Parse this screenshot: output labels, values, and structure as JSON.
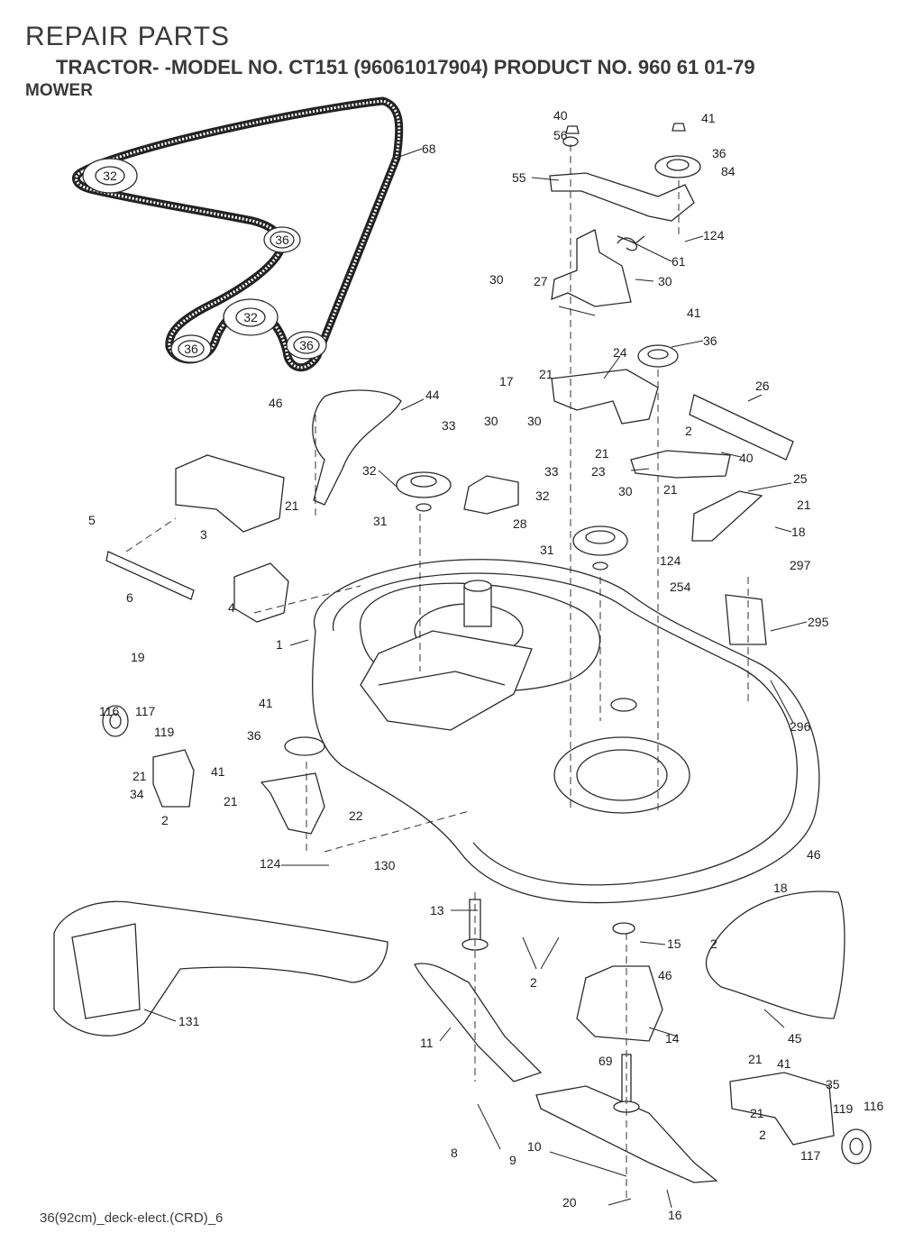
{
  "header": {
    "title": "REPAIR PARTS",
    "subtitle": "TRACTOR- -MODEL NO. CT151 (96061017904) PRODUCT NO. 960 61 01-79",
    "section": "MOWER"
  },
  "footer": {
    "drawing_id": "36(92cm)_deck-elect.(CRD)_6"
  },
  "belt_pulley_labels": [
    "32",
    "36",
    "32",
    "36",
    "36"
  ],
  "callouts": [
    {
      "id": "c68",
      "text": "68"
    },
    {
      "id": "c40a",
      "text": "40"
    },
    {
      "id": "c56",
      "text": "56"
    },
    {
      "id": "c41a",
      "text": "41"
    },
    {
      "id": "c36a",
      "text": "36"
    },
    {
      "id": "c84",
      "text": "84"
    },
    {
      "id": "c55",
      "text": "55"
    },
    {
      "id": "c124a",
      "text": "124"
    },
    {
      "id": "c61",
      "text": "61"
    },
    {
      "id": "c30a",
      "text": "30"
    },
    {
      "id": "c27",
      "text": "27"
    },
    {
      "id": "c30b",
      "text": "30"
    },
    {
      "id": "c41b",
      "text": "41"
    },
    {
      "id": "c36b",
      "text": "36"
    },
    {
      "id": "c24",
      "text": "24"
    },
    {
      "id": "c21a",
      "text": "21"
    },
    {
      "id": "c17",
      "text": "17"
    },
    {
      "id": "c26",
      "text": "26"
    },
    {
      "id": "c46a",
      "text": "46"
    },
    {
      "id": "c44",
      "text": "44"
    },
    {
      "id": "c33a",
      "text": "33"
    },
    {
      "id": "c30c",
      "text": "30"
    },
    {
      "id": "c30d",
      "text": "30"
    },
    {
      "id": "c2a",
      "text": "2"
    },
    {
      "id": "c40b",
      "text": "40"
    },
    {
      "id": "c21b",
      "text": "21"
    },
    {
      "id": "c23",
      "text": "23"
    },
    {
      "id": "c32a",
      "text": "32"
    },
    {
      "id": "c33b",
      "text": "33"
    },
    {
      "id": "c30e",
      "text": "30"
    },
    {
      "id": "c21c",
      "text": "21"
    },
    {
      "id": "c25",
      "text": "25"
    },
    {
      "id": "c21d",
      "text": "21"
    },
    {
      "id": "c5",
      "text": "5"
    },
    {
      "id": "c3",
      "text": "3"
    },
    {
      "id": "c21e",
      "text": "21"
    },
    {
      "id": "c31a",
      "text": "31"
    },
    {
      "id": "c28",
      "text": "28"
    },
    {
      "id": "c32b",
      "text": "32"
    },
    {
      "id": "c18a",
      "text": "18"
    },
    {
      "id": "c124b",
      "text": "124"
    },
    {
      "id": "c297",
      "text": "297"
    },
    {
      "id": "c31b",
      "text": "31"
    },
    {
      "id": "c6",
      "text": "6"
    },
    {
      "id": "c4",
      "text": "4"
    },
    {
      "id": "c254",
      "text": "254"
    },
    {
      "id": "c295",
      "text": "295"
    },
    {
      "id": "c19",
      "text": "19"
    },
    {
      "id": "c1",
      "text": "1"
    },
    {
      "id": "c296",
      "text": "296"
    },
    {
      "id": "c116a",
      "text": "116"
    },
    {
      "id": "c117a",
      "text": "117"
    },
    {
      "id": "c41c",
      "text": "41"
    },
    {
      "id": "c119a",
      "text": "119"
    },
    {
      "id": "c36c",
      "text": "36"
    },
    {
      "id": "c21f",
      "text": "21"
    },
    {
      "id": "c41d",
      "text": "41"
    },
    {
      "id": "c34",
      "text": "34"
    },
    {
      "id": "c21g",
      "text": "21"
    },
    {
      "id": "c22",
      "text": "22"
    },
    {
      "id": "c2b",
      "text": "2"
    },
    {
      "id": "c124c",
      "text": "124"
    },
    {
      "id": "c130",
      "text": "130"
    },
    {
      "id": "c46b",
      "text": "46"
    },
    {
      "id": "c13",
      "text": "13"
    },
    {
      "id": "c18b",
      "text": "18"
    },
    {
      "id": "c15",
      "text": "15"
    },
    {
      "id": "c2c",
      "text": "2"
    },
    {
      "id": "c2d",
      "text": "2"
    },
    {
      "id": "c46c",
      "text": "46"
    },
    {
      "id": "c131",
      "text": "131"
    },
    {
      "id": "c45",
      "text": "45"
    },
    {
      "id": "c11",
      "text": "11"
    },
    {
      "id": "c14",
      "text": "14"
    },
    {
      "id": "c69",
      "text": "69"
    },
    {
      "id": "c21h",
      "text": "21"
    },
    {
      "id": "c41e",
      "text": "41"
    },
    {
      "id": "c35",
      "text": "35"
    },
    {
      "id": "c21i",
      "text": "21"
    },
    {
      "id": "c119b",
      "text": "119"
    },
    {
      "id": "c116b",
      "text": "116"
    },
    {
      "id": "c2e",
      "text": "2"
    },
    {
      "id": "c117b",
      "text": "117"
    },
    {
      "id": "c8",
      "text": "8"
    },
    {
      "id": "c10",
      "text": "10"
    },
    {
      "id": "c9",
      "text": "9"
    },
    {
      "id": "c20",
      "text": "20"
    },
    {
      "id": "c16",
      "text": "16"
    }
  ]
}
